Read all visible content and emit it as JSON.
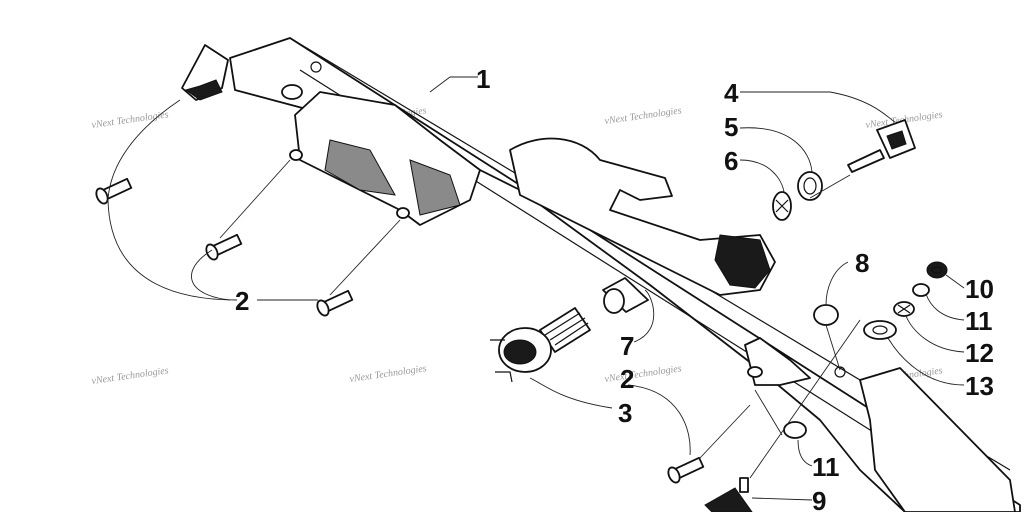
{
  "watermark": "vNext Technologies",
  "callouts": {
    "c1": "1",
    "c2a": "2",
    "c2b": "2",
    "c3": "3",
    "c4": "4",
    "c5": "5",
    "c6": "6",
    "c7": "7",
    "c8": "8",
    "c9": "9",
    "c10": "10",
    "c11a": "11",
    "c11b": "11",
    "c12": "12",
    "c13": "13"
  }
}
